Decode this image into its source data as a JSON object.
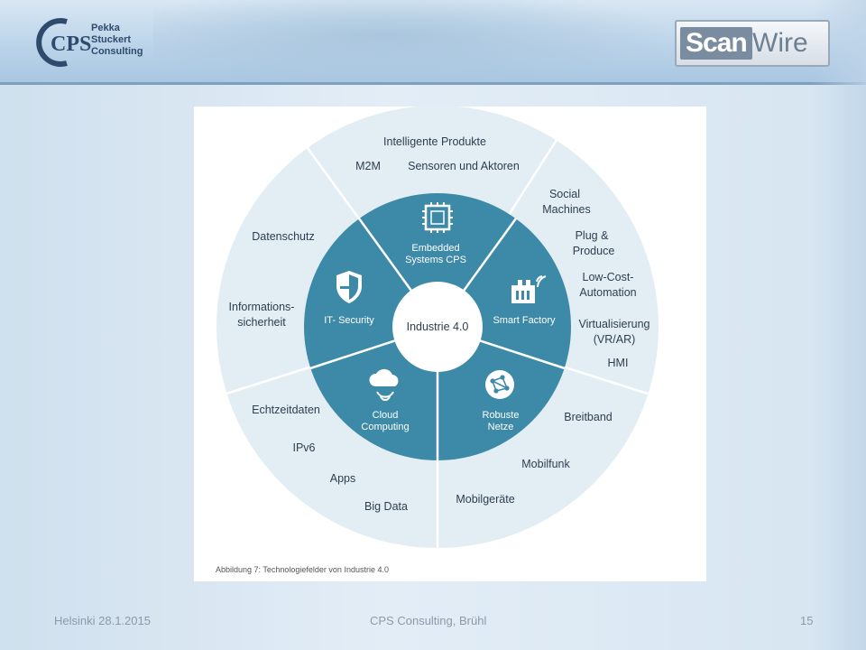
{
  "header": {
    "logo_left": {
      "monogram": "CPS",
      "lines": [
        "Pekka",
        "Stuckert",
        "Consulting"
      ]
    },
    "logo_right": {
      "part1": "Scan",
      "part2": "Wire"
    }
  },
  "diagram": {
    "center": "Industrie 4.0",
    "inner": [
      {
        "icon": "chip-icon",
        "lines": [
          "Embedded",
          "Systems CPS"
        ]
      },
      {
        "icon": "factory-icon",
        "lines": [
          "Smart Factory"
        ]
      },
      {
        "icon": "network-icon",
        "lines": [
          "Robuste",
          "Netze"
        ]
      },
      {
        "icon": "cloud-icon",
        "lines": [
          "Cloud",
          "Computing"
        ]
      },
      {
        "icon": "shield-icon",
        "lines": [
          "IT- Security"
        ]
      }
    ],
    "outer": {
      "top": [
        "Intelligente Produkte",
        "M2M",
        "Sensoren und Aktoren"
      ],
      "right": [
        "Social",
        "Machines",
        "Plug &",
        "Produce",
        "Low-Cost-",
        "Automation",
        "Virtualisierung",
        "(VR/AR)",
        "HMI"
      ],
      "bottom_right": [
        "Breitband",
        "Mobilfunk",
        "Mobilgeräte"
      ],
      "bottom_left": [
        "Echtzeitdaten",
        "IPv6",
        "Apps",
        "Big Data"
      ],
      "left": [
        "Datenschutz",
        "Informations-",
        "sicherheit"
      ]
    },
    "caption": "Abbildung 7: Technologiefelder von Industrie 4.0"
  },
  "colors": {
    "inner": "#3d8aa8",
    "outer": "#e3eef4",
    "divider": "#ffffff"
  },
  "footer": {
    "left": "Helsinki 28.1.2015",
    "center": "CPS Consulting, Brühl",
    "right": "15"
  }
}
